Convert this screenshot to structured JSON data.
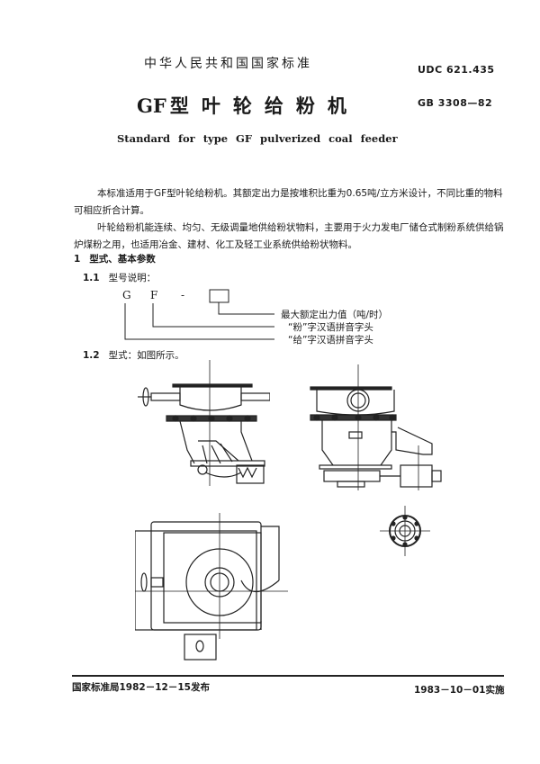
{
  "header": {
    "national_standard": "中华人民共和国国家标准",
    "udc": "UDC 621.435",
    "title_prefix": "GF",
    "title": "型叶轮给粉机",
    "standard_no": "GB 3308—82",
    "subtitle": "Standard for type GF pulverized coal feeder"
  },
  "body": {
    "para1": "本标准适用于GF型叶轮给粉机。其额定出力是按堆积比重为0.65吨/立方米设计，不同比重的物料可相应折合计算。",
    "para2": "叶轮给粉机能连续、均匀、无级调量地供给粉状物料，主要用于火力发电厂储仓式制粉系统供给锅炉煤粉之用，也适用冶金、建材、化工及轻工业系统供给粉状物料。",
    "section1": {
      "num": "1",
      "title": "型式、基本参数"
    },
    "section1_1": {
      "num": "1.1",
      "title": "型号说明："
    },
    "model_code": {
      "letters": [
        "G",
        "F",
        "-"
      ],
      "legend": [
        "最大额定出力值（吨/时）",
        "“粉”字汉语拼音字头",
        "“给”字汉语拼音字头"
      ]
    },
    "section1_2": {
      "num": "1.2",
      "title": "型式：如图所示。"
    }
  },
  "footer": {
    "published": "国家标准局1982－12－15发布",
    "implemented": "1983－10－01实施"
  }
}
